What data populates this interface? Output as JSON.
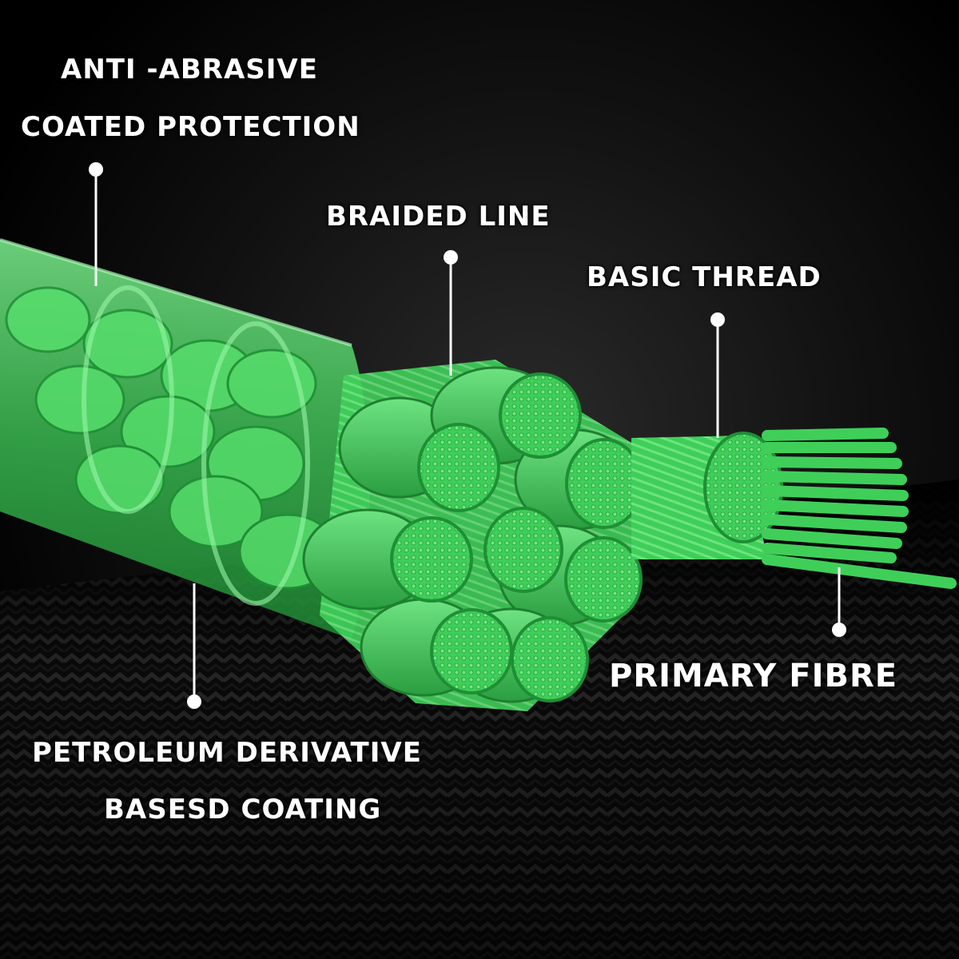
{
  "callouts": {
    "coating_protection": {
      "line1": "ANTI -ABRASIVE",
      "line2": "COATED PROTECTION"
    },
    "braided_line": "BRAIDED LINE",
    "basic_thread": "BASIC THREAD",
    "primary_fibre": "PRIMARY FIBRE",
    "petroleum_coating": {
      "line1": "PETROLEUM DERIVATIVE",
      "line2": "BASESD COATING"
    }
  },
  "colors": {
    "line_green": "#3fcf59",
    "light_green": "#7df08e",
    "dark_green": "#1f8f35",
    "background": "#0a0a0a",
    "callout": "#ffffff"
  }
}
